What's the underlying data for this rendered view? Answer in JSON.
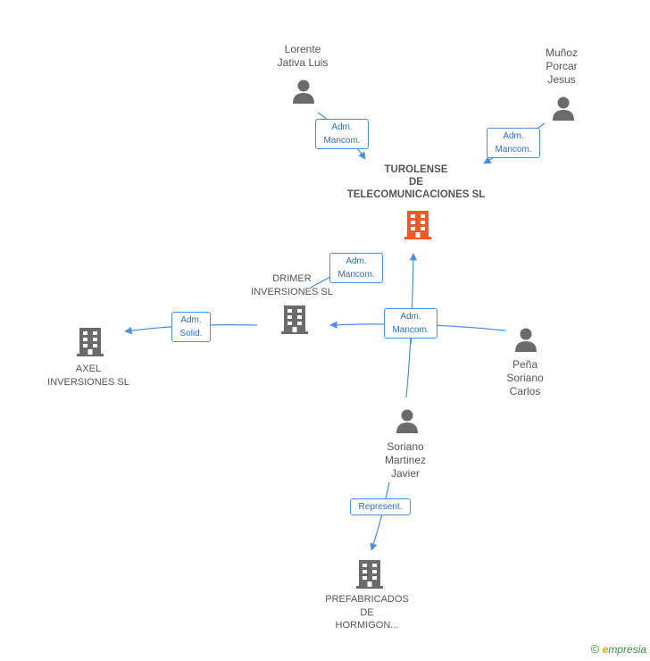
{
  "nodes": {
    "turolense": {
      "lines": [
        "TUROLENSE",
        "DE",
        "TELECOMUNICACIONES SL"
      ]
    },
    "lorente": {
      "lines": [
        "Lorente",
        "Jativa Luis"
      ]
    },
    "munoz": {
      "lines": [
        "Muñoz",
        "Porcar",
        "Jesus"
      ]
    },
    "drimer": {
      "lines": [
        "DRIMER",
        "INVERSIONES SL"
      ]
    },
    "axel": {
      "lines": [
        "AXEL",
        "INVERSIONES SL"
      ]
    },
    "pena": {
      "lines": [
        "Peña",
        "Soriano",
        "Carlos"
      ]
    },
    "soriano": {
      "lines": [
        "Soriano",
        "Martinez",
        "Javier"
      ]
    },
    "prefabricados": {
      "lines": [
        "PREFABRICADOS",
        "DE",
        "HORMIGON..."
      ]
    }
  },
  "edges": {
    "lorente_turolense": {
      "lines": [
        "Adm.",
        "Mancom."
      ]
    },
    "munoz_turolense": {
      "lines": [
        "Adm.",
        "Mancom."
      ]
    },
    "drimer_turolense": {
      "lines": [
        "Adm.",
        "Mancom."
      ]
    },
    "drimer_axel": {
      "lines": [
        "Adm.",
        "Solid."
      ]
    },
    "pena_drimer": {
      "lines": [
        "Adm.",
        "Mancom."
      ]
    },
    "soriano_prefabricados": {
      "lines": [
        "Represent."
      ]
    }
  },
  "brand": {
    "copyright": "©",
    "initial": "e",
    "rest": "mpresia"
  },
  "colors": {
    "person_icon": "#6b6b6b",
    "company_icon": "#6b6b6b",
    "main_company_icon": "#f05a28",
    "edge": "#4a90e2",
    "label": "#555555"
  }
}
